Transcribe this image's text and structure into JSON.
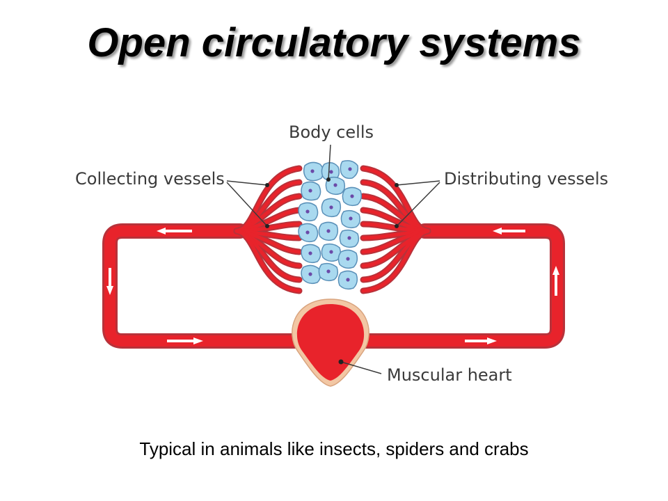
{
  "title": "Open circulatory systems",
  "labels": {
    "body_cells": "Body cells",
    "collecting_vessels": "Collecting vessels",
    "distributing_vessels": "Distributing vessels",
    "muscular_heart": "Muscular heart"
  },
  "caption": "Typical in animals like insects, spiders and crabs",
  "colors": {
    "vessel": "#e8232b",
    "vessel_outline": "#b8323a",
    "heart_rim": "#f2c7a4",
    "cell_fill": "#a9d9ef",
    "cell_outline": "#5a90b8",
    "nucleus": "#6b4aa8",
    "label": "#3a3a3a"
  }
}
